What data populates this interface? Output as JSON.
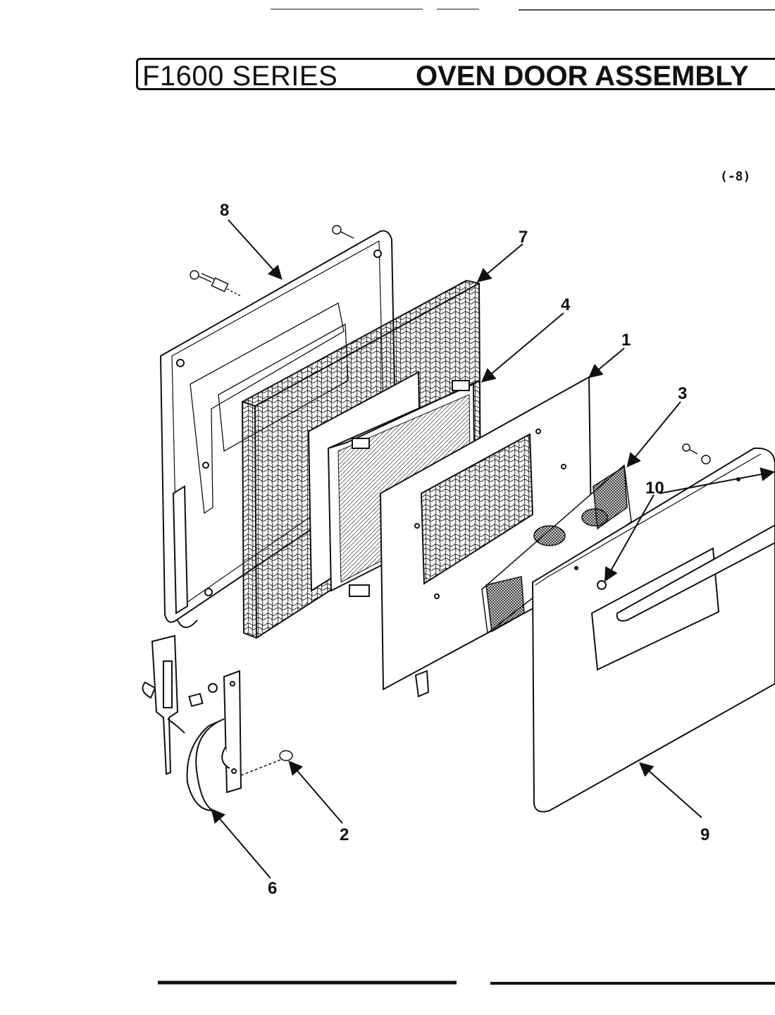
{
  "header": {
    "series": "F1600 SERIES",
    "title": "OVEN DOOR ASSEMBLY"
  },
  "model_range": "(-8)",
  "callouts": {
    "c1": "1",
    "c2": "2",
    "c3": "3",
    "c4": "4",
    "c6": "6",
    "c7": "7",
    "c8": "8",
    "c9": "9",
    "c10": "10"
  }
}
